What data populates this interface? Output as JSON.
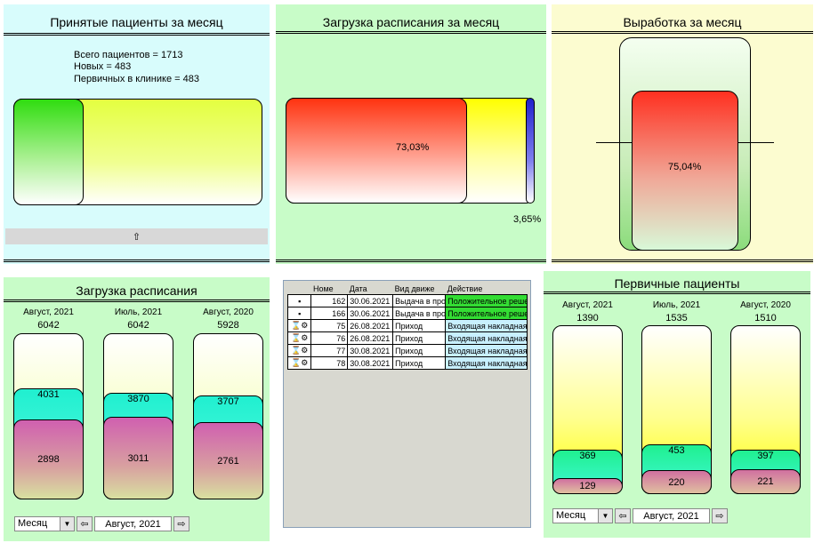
{
  "panel1": {
    "title": "Принятые пациенты за месяц",
    "line1": "Всего пациентов = 1713",
    "line2": "Новых = 483",
    "line3": "Первичных в клинике = 483",
    "share_new": 0.282,
    "expand_icon": "up-arrow-icon",
    "expand_glyph": "⇧"
  },
  "panel2": {
    "title": "Загрузка расписания за месяц",
    "main_pct": "73,03%",
    "side_pct": "3,65%",
    "main_value": 73.03,
    "side_value": 3.65
  },
  "panel3": {
    "title": "Выработка за месяц",
    "pct": "75,04%",
    "value": 75.04
  },
  "panel4": {
    "title": "Загрузка расписания",
    "columns": [
      {
        "label": "Август, 2021",
        "total": "6042",
        "mid": "4031",
        "low": "2898",
        "total_n": 6042,
        "mid_n": 4031,
        "low_n": 2898
      },
      {
        "label": "Июль, 2021",
        "total": "6042",
        "mid": "3870",
        "low": "3011",
        "total_n": 6042,
        "mid_n": 3870,
        "low_n": 3011
      },
      {
        "label": "Август, 2020",
        "total": "5928",
        "mid": "3707",
        "low": "2761",
        "total_n": 5928,
        "mid_n": 3707,
        "low_n": 2761
      }
    ],
    "period_select": "Месяц",
    "period_value": "Август, 2021"
  },
  "panel5": {
    "headers": [
      "Номе",
      "Дата",
      "Вид движе",
      "Действие"
    ],
    "rows": [
      {
        "icon": "▪",
        "num": "162",
        "date": "30.06.2021",
        "kind": "Выдача в про",
        "action": "Положительное реше",
        "action_color": "#33dd33"
      },
      {
        "icon": "▪",
        "num": "166",
        "date": "30.06.2021",
        "kind": "Выдача в про",
        "action": "Положительное реше",
        "action_color": "#33dd33"
      },
      {
        "icon": "⌛⚙",
        "num": "75",
        "date": "26.08.2021",
        "kind": "Приход",
        "action": "Входящая накладная",
        "action_color": "#c8f0ff"
      },
      {
        "icon": "⌛⚙",
        "num": "76",
        "date": "26.08.2021",
        "kind": "Приход",
        "action": "Входящая накладная",
        "action_color": "#c8f0ff"
      },
      {
        "icon": "⌛⚙",
        "num": "77",
        "date": "30.08.2021",
        "kind": "Приход",
        "action": "Входящая накладная",
        "action_color": "#c8f0ff"
      },
      {
        "icon": "⌛⚙",
        "num": "78",
        "date": "30.08.2021",
        "kind": "Приход",
        "action": "Входящая накладная",
        "action_color": "#c8f0ff"
      }
    ]
  },
  "panel6": {
    "title": "Первичные пациенты",
    "columns": [
      {
        "label": "Август, 2021",
        "total": "1390",
        "mid": "369",
        "low": "129",
        "total_n": 1390,
        "mid_n": 369,
        "low_n": 129
      },
      {
        "label": "Июль, 2021",
        "total": "1535",
        "mid": "453",
        "low": "220",
        "total_n": 1535,
        "mid_n": 453,
        "low_n": 220
      },
      {
        "label": "Август, 2020",
        "total": "1510",
        "mid": "397",
        "low": "221",
        "total_n": 1510,
        "mid_n": 397,
        "low_n": 221
      }
    ],
    "period_select": "Месяц",
    "period_value": "Август, 2021"
  },
  "nav": {
    "prev_glyph": "⇦",
    "next_glyph": "⇨",
    "dropdown_glyph": "▼"
  },
  "colors": {
    "panel1_bg": "#d8fcfc",
    "panel2_bg": "#c8fcc8",
    "panel3_bg": "#fcfcd0",
    "panel_green_bg": "#c8fcc8",
    "grid_bg": "#d8d8d0"
  }
}
